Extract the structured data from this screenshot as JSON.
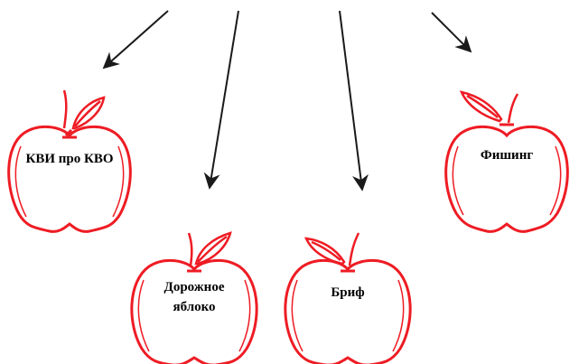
{
  "colors": {
    "apple_outline": "#ee1c24",
    "arrow": "#1a1a1a",
    "label": "#000000",
    "background": "#ffffff"
  },
  "apples": [
    {
      "id": "kvi",
      "lines": [
        "КВИ про КВО"
      ]
    },
    {
      "id": "road",
      "lines": [
        "Дорожное",
        "яблоко"
      ]
    },
    {
      "id": "brief",
      "lines": [
        "Бриф"
      ]
    },
    {
      "id": "phishing",
      "lines": [
        "Фишинг"
      ]
    }
  ],
  "arrows": [
    {
      "target": "kvi"
    },
    {
      "target": "road"
    },
    {
      "target": "brief"
    },
    {
      "target": "phishing"
    }
  ]
}
